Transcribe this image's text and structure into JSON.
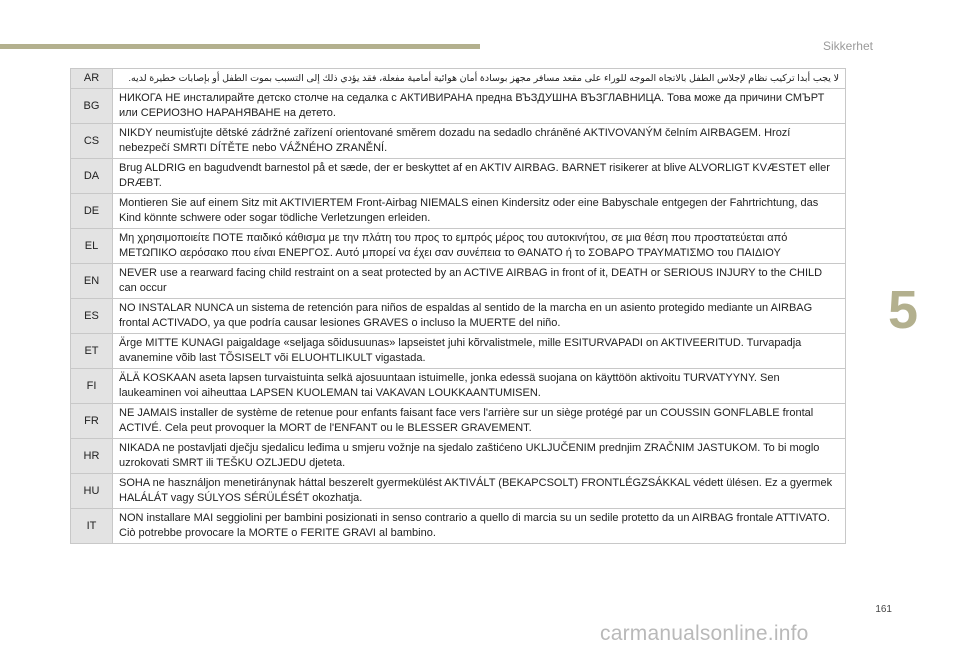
{
  "header": {
    "section_title": "Sikkerhet"
  },
  "chapter_number": "5",
  "rows": [
    {
      "code": "AR",
      "text": "لا يجب أبدا تركيب نظام لإجلاس الطفل بالاتجاه الموجه للوراء على مقعد مسافر مجهز بوسادة أمان هوائية أمامية مفعلة، فقد يؤدي ذلك إلى التسبب بموت الطفل أو بإصابات خطيرة لديه."
    },
    {
      "code": "BG",
      "text": "НИКОГА НЕ инсталирайте детско столче на седалка с АКТИВИРАНА предна ВЪЗДУШНА ВЪЗГЛАВНИЦА. Това може да причини СМЪРТ или СЕРИОЗНО НАРАНЯВАНЕ на детето."
    },
    {
      "code": "CS",
      "text": "NIKDY neumisťujte dětské zádržné zařízení orientované směrem dozadu na sedadlo chráněné AKTIVOVANÝM čelním AIRBAGEM. Hrozí nebezpečí SMRTI DÍTĚTE nebo VÁŽNÉHO ZRANĚNÍ."
    },
    {
      "code": "DA",
      "text": "Brug ALDRIG en bagudvendt barnestol på et sæde, der er beskyttet af en AKTIV AIRBAG. BARNET risikerer at blive ALVORLIGT KVÆSTET eller DRÆBT."
    },
    {
      "code": "DE",
      "text": "Montieren Sie auf einem Sitz mit AKTIVIERTEM Front-Airbag NIEMALS einen Kindersitz oder eine Babyschale entgegen der Fahrtrichtung, das Kind könnte schwere oder sogar tödliche Verletzungen erleiden."
    },
    {
      "code": "EL",
      "text": "Μη χρησιμοποιείτε ΠΟΤΕ παιδικό κάθισμα με την πλάτη του προς το εμπρός μέρος του αυτοκινήτου, σε μια θέση που προστατεύεται από ΜΕΤΩΠΙΚΟ αερόσακο που είναι ΕΝΕΡΓΟΣ. Αυτό μπορεί να έχει σαν συνέπεια το ΘΑΝΑΤΟ ή το ΣΟΒΑΡΟ ΤΡΑΥΜΑΤΙΣΜΟ του ΠΑΙΔΙΟΥ"
    },
    {
      "code": "EN",
      "text": "NEVER use a rearward facing child restraint on a seat protected by an ACTIVE AIRBAG in front of it, DEATH or SERIOUS INJURY to the CHILD can occur"
    },
    {
      "code": "ES",
      "text": "NO INSTALAR NUNCA un sistema de retención para niños de espaldas al sentido de la marcha en un asiento protegido mediante un AIRBAG frontal ACTIVADO, ya que podría causar lesiones GRAVES o incluso la MUERTE del niño."
    },
    {
      "code": "ET",
      "text": "Ärge MITTE KUNAGI paigaldage «seljaga sõidusuunas» lapseistet juhi kõrvalistmele, mille ESITURVAPADI on AKTIVEERITUD. Turvapadja avanemine võib last TÕSISELT või ELUOHTLIKULT vigastada."
    },
    {
      "code": "FI",
      "text": "ÄLÄ KOSKAAN aseta lapsen turvaistuinta selkä ajosuuntaan istuimelle, jonka edessä suojana on käyttöön aktivoitu TURVATYYNY. Sen laukeaminen voi aiheuttaa LAPSEN KUOLEMAN tai VAKAVAN LOUKKAANTUMISEN."
    },
    {
      "code": "FR",
      "text": "NE JAMAIS installer de système de retenue pour enfants faisant face vers l'arrière sur un siège protégé par un COUSSIN GONFLABLE frontal ACTIVÉ. Cela peut provoquer la MORT de l'ENFANT ou le BLESSER GRAVEMENT."
    },
    {
      "code": "HR",
      "text": "NIKADA ne postavljati dječju sjedalicu leđima u smjeru vožnje na sjedalo zaštićeno UKLJUČENIM prednjim ZRAČNIM JASTUKOM. To bi moglo uzrokovati SMRT ili TEŠKU OZLJEDU djeteta."
    },
    {
      "code": "HU",
      "text": "SOHA ne használjon menetiránynak háttal beszerelt gyermekülést AKTIVÁLT (BEKAPCSOLT) FRONTLÉGZSÁKKAL védett ülésen. Ez a gyermek HALÁLÁT vagy SÚLYOS SÉRÜLÉSÉT okozhatja."
    },
    {
      "code": "IT",
      "text": "NON installare MAI seggiolini per bambini posizionati in senso contrario a quello di marcia su un sedile protetto da un AIRBAG frontale ATTIVATO. Ciò potrebbe provocare la MORTE o FERITE GRAVI al bambino."
    }
  ],
  "footer": {
    "page_number": "161",
    "watermark": "carmanualsonline.info"
  }
}
